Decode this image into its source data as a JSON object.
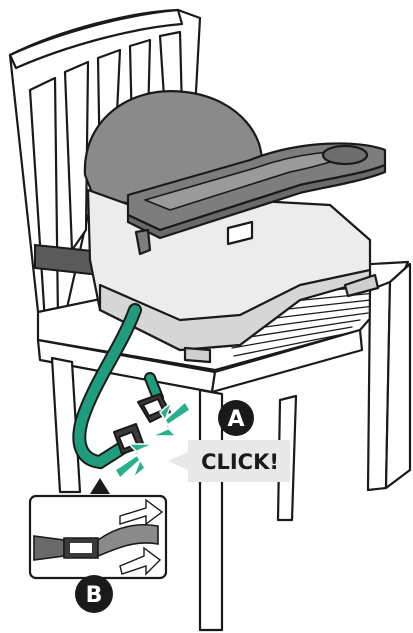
{
  "steps": {
    "a_label": "A",
    "b_label": "B"
  },
  "callout": {
    "click_text": "CLICK!"
  },
  "colors": {
    "strap": "#1f9c7c",
    "arrow_green": "#2bb08f",
    "seat_dark": "#8a8a8a",
    "seat_light": "#ececec",
    "tray": "#7d7d7d",
    "outline": "#1a1a1a",
    "badge": "#1a1a1a",
    "callout_bg": "#e8e8e8"
  },
  "icons": {
    "chair": "chair-illustration",
    "booster": "booster-seat-illustration",
    "strap": "strap-icon",
    "buckle": "buckle-icon",
    "arrow": "triangle-pointer-icon"
  }
}
